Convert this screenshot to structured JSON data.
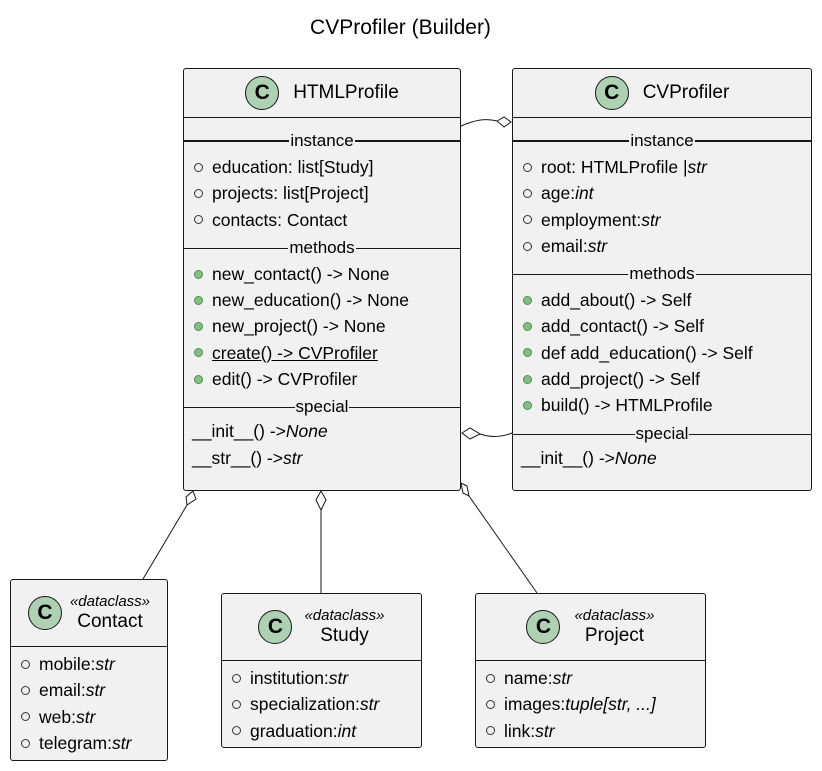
{
  "title": "CVProfiler (Builder)",
  "colors": {
    "class_bg": "#f1f1f1",
    "badge": "#add1b2",
    "border": "#181818",
    "method_dot": "#84be84"
  },
  "classes": {
    "htmlprofile": {
      "badge": "C",
      "name": "HTMLProfile",
      "sec_instance": "instance",
      "sec_methods": "methods",
      "sec_special": "special",
      "f0n": "education: list[Study]",
      "f1n": "projects: list[Project]",
      "f2n": "contacts: Contact",
      "m0": "new_contact() -> None",
      "m1": "new_education() -> None",
      "m2": "new_project() -> None",
      "m3": "create() -> CVProfiler",
      "m4": "edit() -> CVProfiler",
      "s0n": "__init__() -> ",
      "s0t": "None",
      "s1n": "__str__() -> ",
      "s1t": "str"
    },
    "cvprofiler": {
      "badge": "C",
      "name": "CVProfiler",
      "sec_instance": "instance",
      "sec_methods": "methods",
      "sec_special": "special",
      "f0n": "root: HTMLProfile | ",
      "f0t": "str",
      "f1n": "age: ",
      "f1t": "int",
      "f2n": "employment: ",
      "f2t": "str",
      "f3n": "email: ",
      "f3t": "str",
      "m0": "add_about() -> Self",
      "m1": "add_contact() -> Self",
      "m2": "def add_education() -> Self",
      "m3": "add_project() -> Self",
      "m4": "build() -> HTMLProfile",
      "s0n": "__init__() -> ",
      "s0t": "None"
    },
    "contact": {
      "badge": "C",
      "stereotype": "«dataclass»",
      "name": "Contact",
      "f0n": "mobile: ",
      "f0t": "str",
      "f1n": "email: ",
      "f1t": "str",
      "f2n": "web: ",
      "f2t": "str",
      "f3n": "telegram: ",
      "f3t": "str"
    },
    "study": {
      "badge": "C",
      "stereotype": "«dataclass»",
      "name": "Study",
      "f0n": "institution: ",
      "f0t": "str",
      "f1n": "specialization: ",
      "f1t": "str",
      "f2n": "graduation: ",
      "f2t": "int"
    },
    "project": {
      "badge": "C",
      "stereotype": "«dataclass»",
      "name": "Project",
      "f0n": "name: ",
      "f0t": "str",
      "f1n": "images: ",
      "f1t": "tuple[str, ...]",
      "f2n": "link: ",
      "f2t": "str"
    }
  }
}
